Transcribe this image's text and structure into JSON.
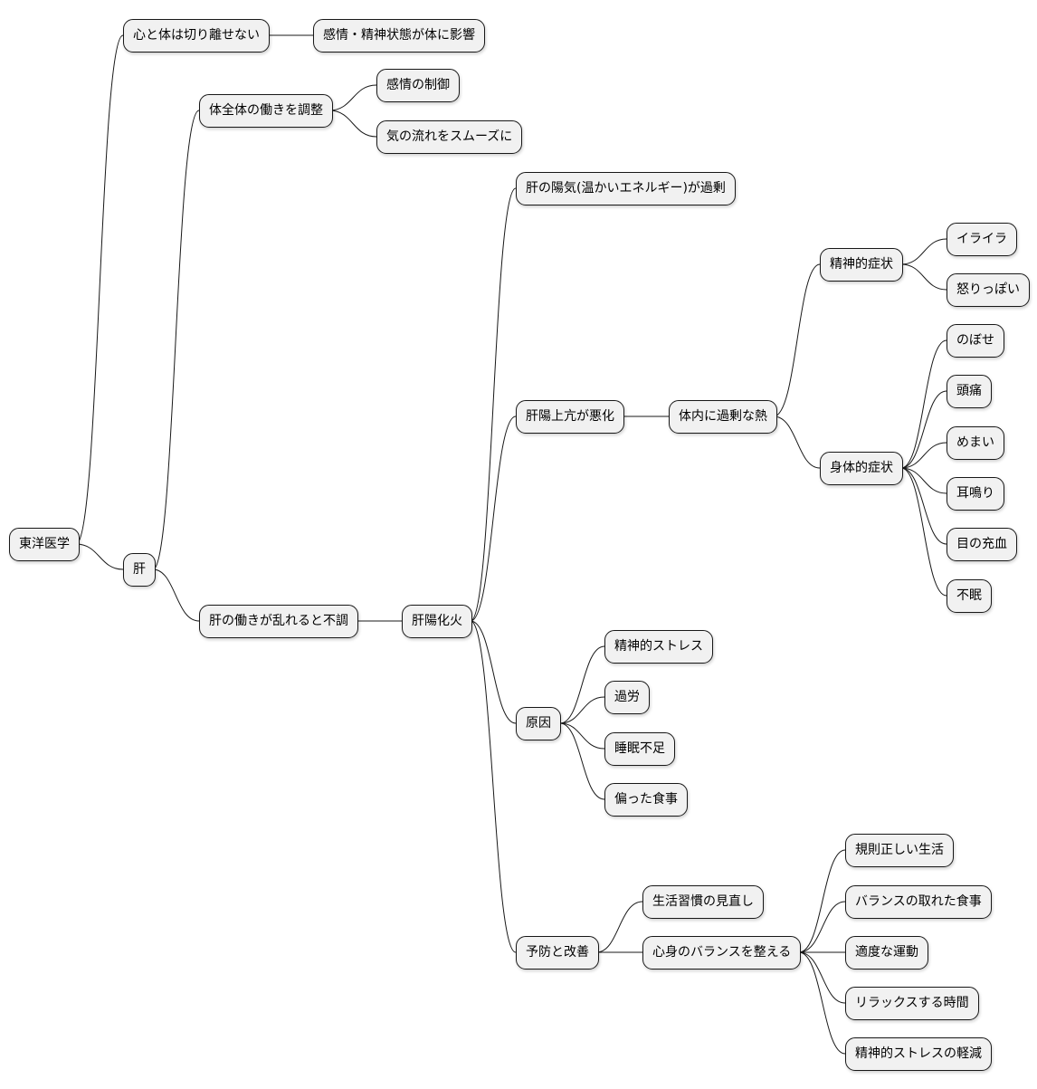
{
  "mindmap": {
    "root": "東洋医学",
    "mind_body": "心と体は切り離せない",
    "mind_body_detail": "感情・精神状態が体に影響",
    "liver": "肝",
    "regulate": "体全体の働きを調整",
    "emotion_control": "感情の制御",
    "qi_flow": "気の流れをスムーズに",
    "disorder": "肝の働きが乱れると不調",
    "liver_fire": "肝陽化火",
    "yang_excess": "肝の陽気(温かいエネルギー)が過剰",
    "worsening": "肝陽上亢が悪化",
    "excess_heat": "体内に過剰な熱",
    "mental_symptoms": "精神的症状",
    "irritation": "イライラ",
    "anger": "怒りっぽい",
    "physical_symptoms": "身体的症状",
    "hot_flush": "のぼせ",
    "headache": "頭痛",
    "dizziness": "めまい",
    "tinnitus": "耳鳴り",
    "red_eyes": "目の充血",
    "insomnia": "不眠",
    "causes": "原因",
    "mental_stress": "精神的ストレス",
    "overwork": "過労",
    "lack_of_sleep": "睡眠不足",
    "unbalanced_diet": "偏った食事",
    "prevention": "予防と改善",
    "lifestyle_review": "生活習慣の見直し",
    "balance_mind_body": "心身のバランスを整える",
    "regular_life": "規則正しい生活",
    "balanced_meals": "バランスの取れた食事",
    "moderate_exercise": "適度な運動",
    "relax_time": "リラックスする時間",
    "reduce_stress": "精神的ストレスの軽減"
  }
}
